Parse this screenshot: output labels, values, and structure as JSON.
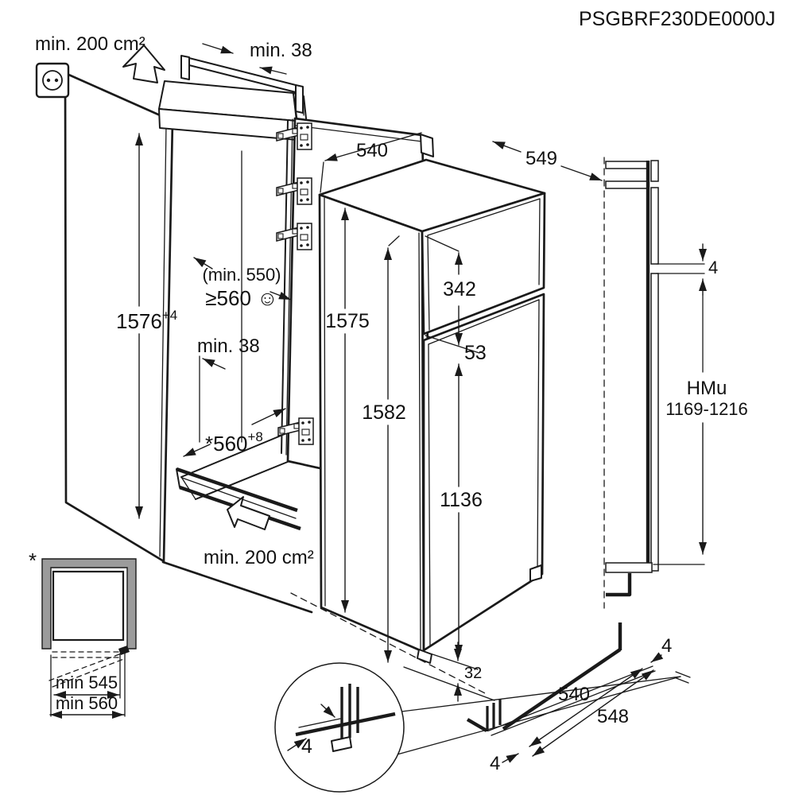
{
  "model": "PSGBRF230DE0000J",
  "ventilation": {
    "top": "min. 200 cm²",
    "bottom": "min. 200 cm²"
  },
  "niche": {
    "rear_gap_top": "min. 38",
    "rear_gap_inner": "min. 38",
    "height": "1576",
    "height_tolerance": "+4",
    "depth_note": "(min. 550)",
    "depth_recommended": "≥560 ☺",
    "width": "*560",
    "width_tolerance": "+8"
  },
  "appliance": {
    "door_width": "540",
    "depth_with_door": "549",
    "height": "1575",
    "overall_height": "1582",
    "freezer_door_height": "342",
    "door_gap": "53",
    "fridge_door_height": "1136",
    "bottom_clearance": "32"
  },
  "side_view": {
    "door_gap": "4",
    "hinge_label": "HMu",
    "hinge_range": "1169-1216"
  },
  "top_view": {
    "footnote_mark": "*",
    "depth_min": "min 545",
    "depth_rec": "min 560"
  },
  "plinth": {
    "gap_detail": "4",
    "gap_top_right": "4",
    "gap_bottom_left": "4",
    "inner_width": "540",
    "outer_width": "548"
  }
}
